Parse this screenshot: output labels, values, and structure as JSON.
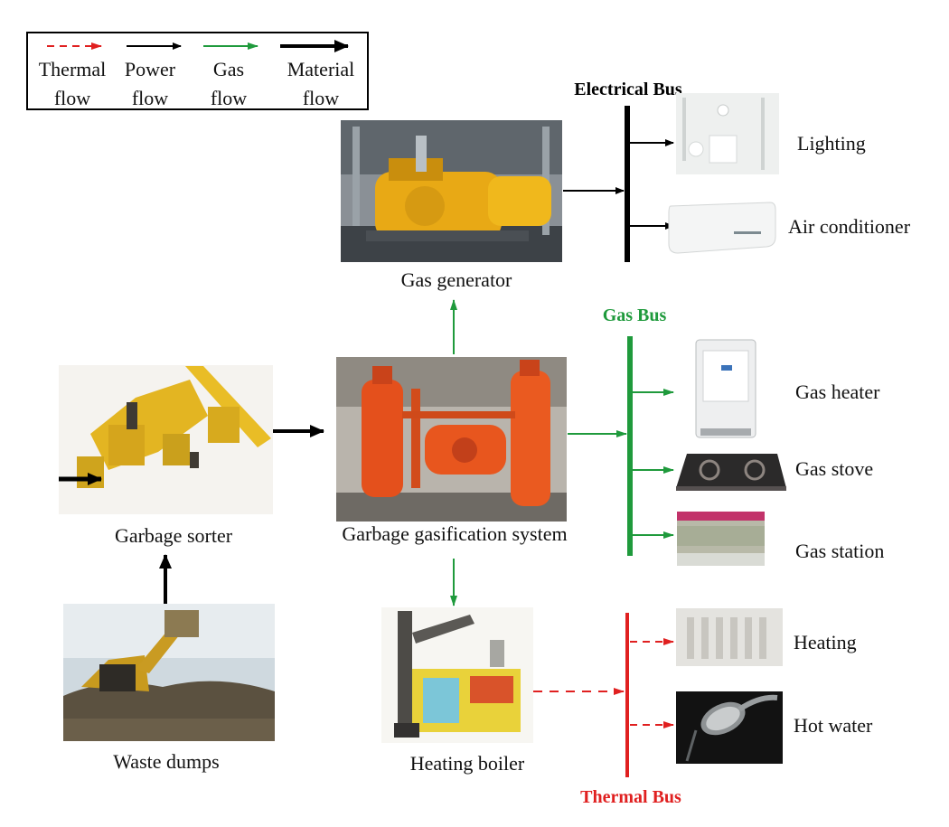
{
  "legend": {
    "items": [
      {
        "line1": "Thermal",
        "line2": "flow",
        "color": "#e02020",
        "style": "dashed"
      },
      {
        "line1": "Power",
        "line2": "flow",
        "color": "#000000",
        "style": "solid"
      },
      {
        "line1": "Gas",
        "line2": "flow",
        "color": "#1f9a3c",
        "style": "solid"
      },
      {
        "line1": "Material",
        "line2": "flow",
        "color": "#000000",
        "style": "thick"
      }
    ]
  },
  "buses": {
    "electrical": {
      "label": "Electrical Bus",
      "color": "#000000"
    },
    "gas": {
      "label": "Gas Bus",
      "color": "#1f9a3c"
    },
    "thermal": {
      "label": "Thermal Bus",
      "color": "#e02020"
    }
  },
  "components": {
    "gas_generator": "Gas generator",
    "garbage_sorter": "Garbage sorter",
    "gasification_system": "Garbage gasification system",
    "waste_dumps": "Waste dumps",
    "heating_boiler": "Heating boiler"
  },
  "loads": {
    "lighting": "Lighting",
    "air_conditioner": "Air conditioner",
    "gas_heater": "Gas heater",
    "gas_stove": "Gas stove",
    "gas_station": "Gas station",
    "heating": "Heating",
    "hot_water": "Hot water"
  }
}
